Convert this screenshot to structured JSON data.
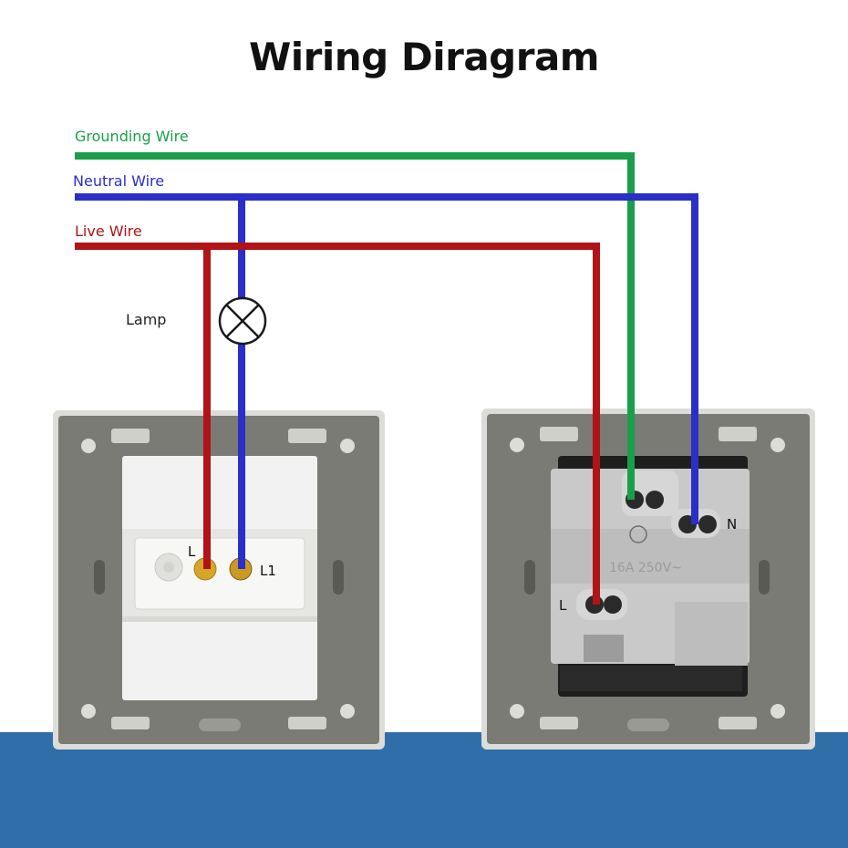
{
  "title": "Wiring Diragram",
  "wires": {
    "ground": {
      "label": "Grounding Wire",
      "color": "#1a9e4a"
    },
    "neutral": {
      "label": "Neutral Wire",
      "color": "#2a2fc8"
    },
    "live": {
      "label": "Live Wire",
      "color": "#b01318"
    }
  },
  "lamp": {
    "label": "Lamp"
  },
  "switch": {
    "terminal_l": "L",
    "terminal_l1": "L1"
  },
  "socket": {
    "terminal_n": "N",
    "terminal_l": "L",
    "rating": "16A 250V~"
  },
  "colors": {
    "footer_band": "#2f6ea8",
    "plate": "#7a7a74",
    "module": "#f2f2f2",
    "socket_body": "#c9c9c9"
  }
}
